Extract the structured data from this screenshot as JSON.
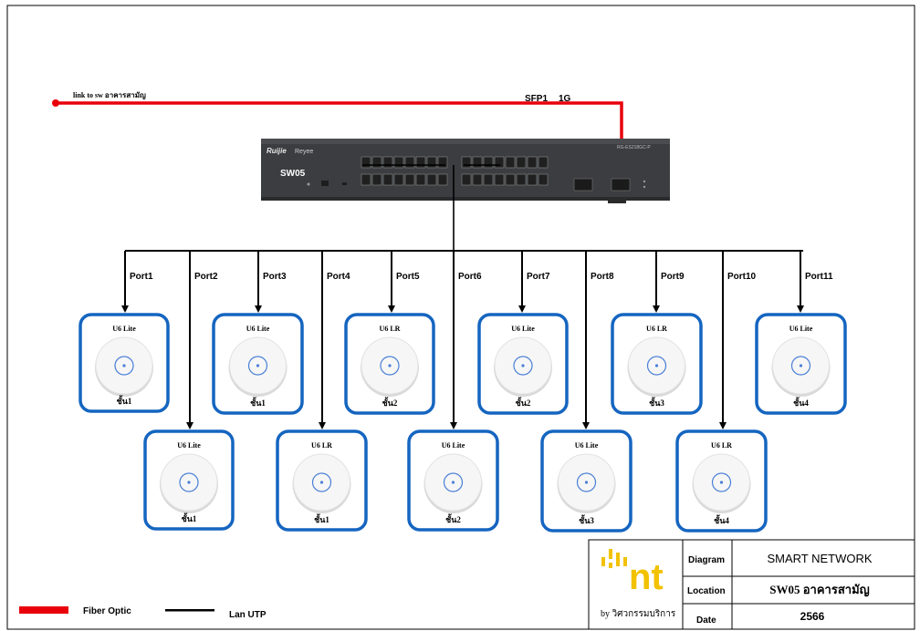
{
  "uplink": {
    "label": "link to sw อาคารสามัญ",
    "sfp_label": "SFP1",
    "speed_label": "1G"
  },
  "switch": {
    "name": "SW05",
    "brand": "Ruijie",
    "brand_sub": "Reyee",
    "model": "RG-ES218GC-P"
  },
  "access_points": [
    {
      "port": "Port1",
      "model": "U6 Lite",
      "floor": "ชั้น1"
    },
    {
      "port": "Port2",
      "model": "U6 Lite",
      "floor": "ชั้น1"
    },
    {
      "port": "Port3",
      "model": "U6 Lite",
      "floor": "ชั้น1"
    },
    {
      "port": "Port4",
      "model": "U6 LR",
      "floor": "ชั้น1"
    },
    {
      "port": "Port5",
      "model": "U6 LR",
      "floor": "ชั้น2"
    },
    {
      "port": "Port6",
      "model": "U6 Lite",
      "floor": "ชั้น2"
    },
    {
      "port": "Port7",
      "model": "U6 Lite",
      "floor": "ชั้น2"
    },
    {
      "port": "Port8",
      "model": "U6 Lite",
      "floor": "ชั้น3"
    },
    {
      "port": "Port9",
      "model": "U6 LR",
      "floor": "ชั้น3"
    },
    {
      "port": "Port10",
      "model": "U6 LR",
      "floor": "ชั้น4"
    },
    {
      "port": "Port11",
      "model": "U6 Lite",
      "floor": "ชั้น4"
    }
  ],
  "legend": {
    "fiber_label": "Fiber Optic",
    "fiber_color": "#e8000b",
    "lan_label": "Lan UTP",
    "lan_color": "#000000"
  },
  "title_block": {
    "logo_text": "nt",
    "logo_color": "#f2c200",
    "by_line": "by วิศวกรรมบริการ",
    "diagram_label": "Diagram",
    "diagram_value": "SMART NETWORK",
    "location_label": "Location",
    "location_value": "SW05 อาคารสามัญ",
    "date_label": "Date",
    "date_value": "2566"
  },
  "colors": {
    "ap_border": "#1565c0",
    "ap_ring": "#4a7fd6"
  }
}
